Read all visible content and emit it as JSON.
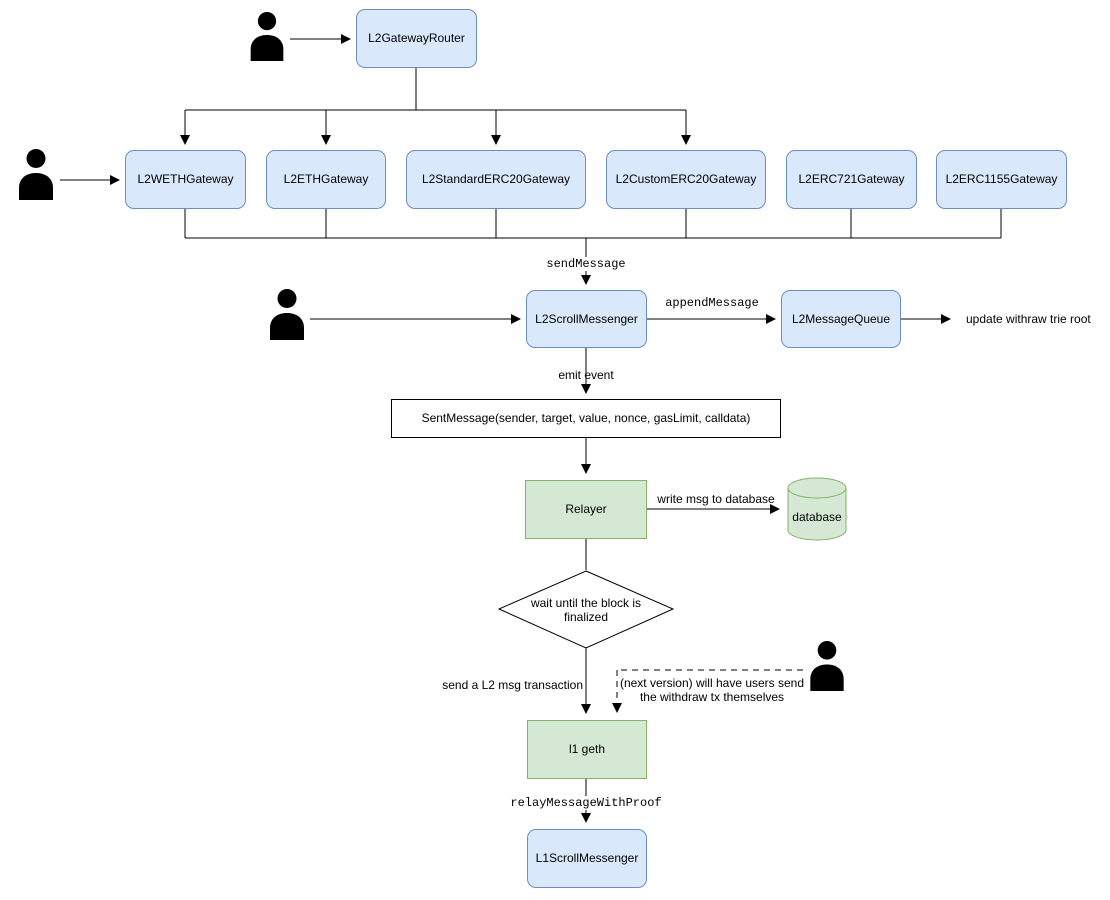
{
  "colors": {
    "blue_fill": "#dae8fc",
    "blue_border": "#6c8ebf",
    "green_fill": "#d5e8d4",
    "green_border": "#82b366",
    "white_fill": "#ffffff",
    "line": "#000000",
    "person": "#000000"
  },
  "nodes": {
    "router": "L2GatewayRouter",
    "gateways": [
      "L2WETHGateway",
      "L2ETHGateway",
      "L2StandardERC20Gateway",
      "L2CustomERC20Gateway",
      "L2ERC721Gateway",
      "L2ERC1155Gateway"
    ],
    "l2_scroll_messenger": "L2ScrollMessenger",
    "l2_message_queue": "L2MessageQueue",
    "sent_message_event": "SentMessage(sender, target, value, nonce, gasLimit, calldata)",
    "relayer": "Relayer",
    "database": "database",
    "decision": "wait until the block is finalized",
    "l1_geth": "l1 geth",
    "l1_scroll_messenger": "L1ScrollMessenger"
  },
  "edge_labels": {
    "send_message": "sendMessage",
    "append_message": "appendMessage",
    "update_withdraw_root": "update withraw trie root",
    "emit_event": "emit event",
    "write_msg_to_db": "write msg to database",
    "send_l2_msg_tx": "send a L2 msg transaction",
    "next_version_note": "(next version) will have users send the withdraw tx themselves",
    "relay_message_with_proof": "relayMessageWithProof"
  }
}
